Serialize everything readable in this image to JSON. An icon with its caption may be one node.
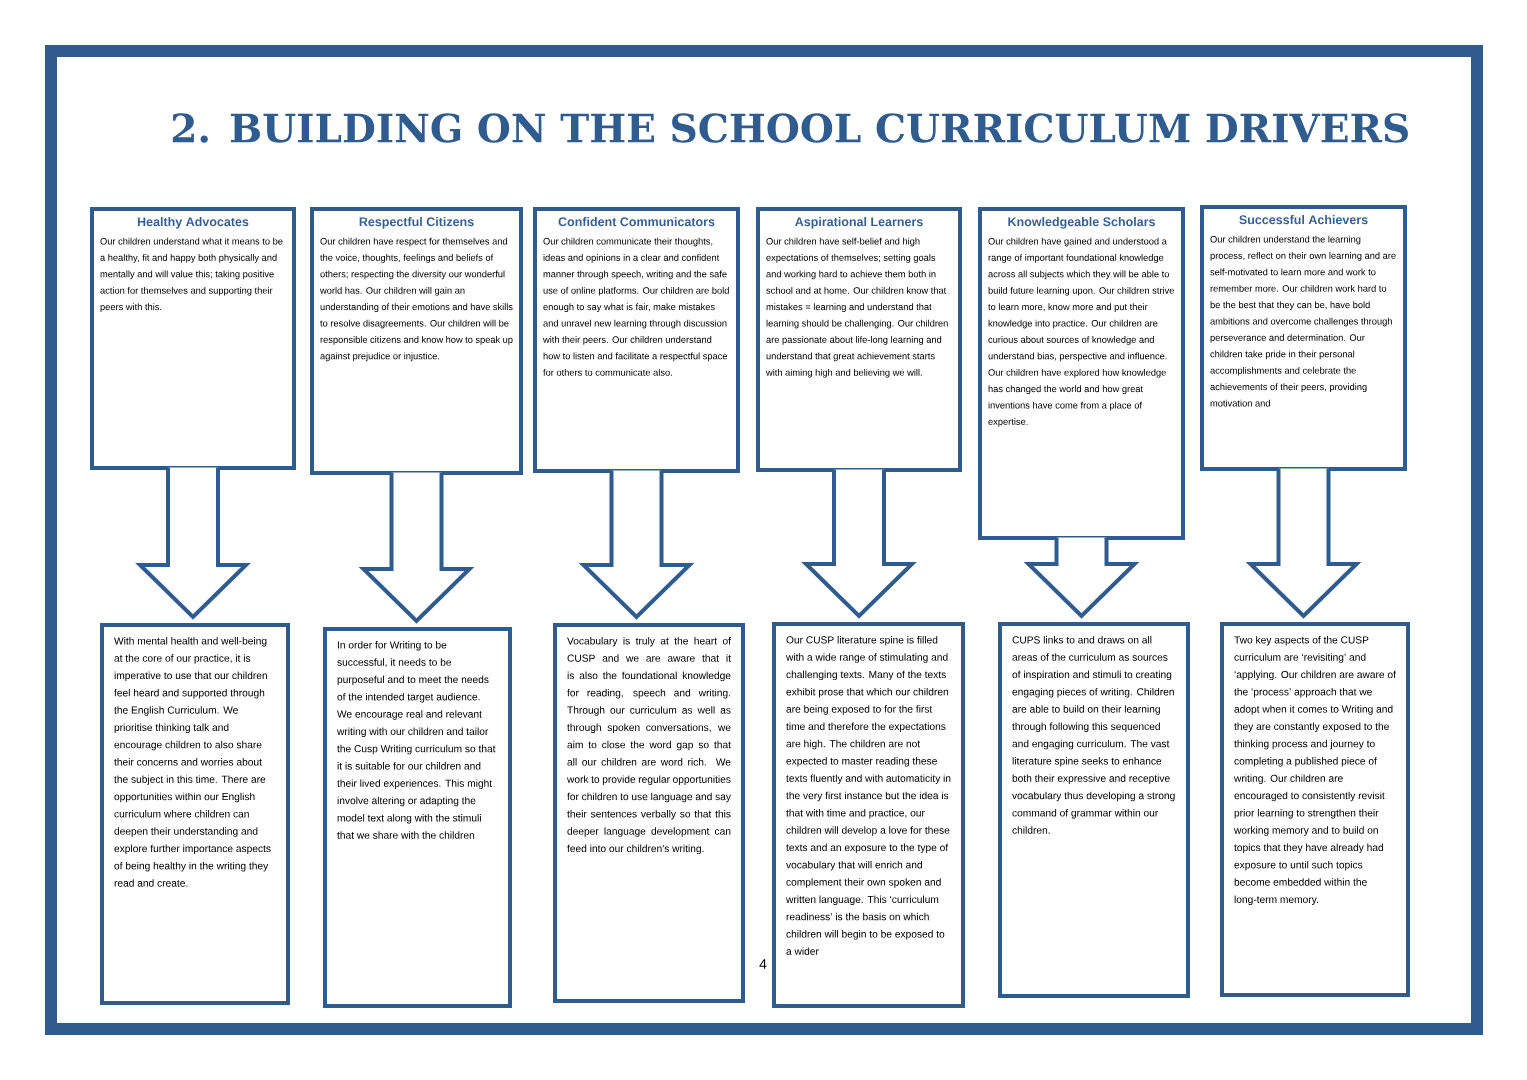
{
  "diagram": {
    "title": "2. BUILDING ON THE SCHOOL CURRICULUM DRIVERS",
    "nodes": [
      {
        "text": [
          "Healthy Advocates",
          "Our children understand what it means to be a healthy, fit and happy both physically and mentally and will value this; taking positive action for themselves and supporting their peers with this."
        ]
      },
      {
        "text": [
          "Respectful Citizens",
          "Our children have respect for themselves and the voice, thoughts, feelings and beliefs of others; respecting the diversity our wonderful world has. Our children will gain an understanding of their emotions and have skills to resolve disagreements. Our children will be responsible citizens and know how to speak up against prejudice or injustice."
        ]
      },
      {
        "text": [
          "Confident Communicators",
          "Our children communicate their thoughts, ideas and opinions in a clear and confident manner through speech, writing and the safe use of online platforms. Our children are bold enough to say what is fair, make mistakes and unravel new learning through discussion with their peers. Our children understand how to listen and facilitate a respectful space for others to communicate also."
        ]
      },
      {
        "text": [
          "Aspirational Learners",
          "Our children have self-belief and high expectations of themselves; setting goals and working hard to achieve them both in school and at home. Our children know that mistakes = learning and understand that learning should be challenging. Our children are passionate about life-long learning and understand that great achievement starts with aiming high and believing we will."
        ]
      },
      {
        "text": [
          "Knowledgeable Scholars",
          "Our children have gained and understood a range of important foundational knowledge across all subjects which they will be able to build future learning upon. Our children strive to learn more, know more and put their knowledge into practice. Our children are curious about sources of knowledge and understand bias, perspective and influence. Our children have explored how knowledge has changed the world and how great inventions have come from a place of expertise."
        ]
      },
      {
        "text": [
          "Successful Achievers",
          "Our children understand the learning process, reflect on their own learning and are self-motivated to learn more and work to remember more. Our children work hard to be the best that they can be, have bold ambitions and overcome challenges through perseverance and determination. Our children take pride in their personal accomplishments and celebrate the achievements of their peers, providing motivation and"
        ]
      },
      {
        "text": [
          "With mental health and well-being at the core of our practice, it is imperative to use that our children feel heard and supported through the English Curriculum.  We prioritise thinking talk and encourage children to also share their concerns and worries about the subject in this time. There are opportunities within our English curriculum where children can deepen their understanding and explore further importance aspects of being healthy in the writing they read and create."
        ]
      },
      {
        "text": [
          "In order for Writing to be successful, it needs to be purposeful and to meet the needs of the intended target audience.  We encourage real and relevant writing with our children and tailor the Cusp Writing curriculum so that it is suitable for our children and their lived experiences.  This might involve altering or adapting the model text along with the stimuli that we share with the children"
        ]
      },
      {
        "text": [
          "Vocabulary is truly at the heart of CUSP and we are aware that it is also the foundational knowledge for reading, speech and writing.  Through our curriculum as well as through spoken conversations, we aim to close the word gap so that all our children are word rich. We work to provide regular opportunities for children to use language and say their sentences verbally so that this deeper language development can feed into our children's writing."
        ]
      },
      {
        "text": [
          "Our CUSP literature spine is filled with a wide range of stimulating and challenging texts.  Many of the texts exhibit prose that which our children are being exposed to for the first time and therefore the expectations are high.  The children are not expected to master reading these texts fluently and with automaticity in the very first instance but the idea is that with time and practice, our children will develop a love for these texts and an exposure to the type of vocabulary that will enrich and complement their own spoken and written language.  This ‘curriculum readiness’ is the basis on which children will begin to be exposed to a wider"
        ]
      },
      {
        "text": [
          "CUPS links to and draws on all areas of the curriculum as sources of inspiration and stimuli to creating engaging pieces of writing.  Children are able to build on their learning through following this sequenced and engaging curriculum.  The vast literature spine seeks to enhance both their expressive and receptive vocabulary thus developing a strong command of grammar within our children."
        ]
      },
      {
        "text": [
          "Two key aspects of the CUSP curriculum are ‘revisiting’ and ‘applying.  Our children are aware of the ‘process’ approach that we adopt when it comes to Writing and they are constantly exposed to the thinking process and journey to completing a published piece of writing.  Our children are encouraged to consistently revisit prior learning to strengthen their working memory and to build on topics that they have already had exposure to until such topics become embedded within the long-term memory."
        ]
      }
    ],
    "edges": [
      {
        "from": 0,
        "to": 6,
        "arrow": "to"
      },
      {
        "from": 1,
        "to": 7,
        "arrow": "to"
      },
      {
        "from": 2,
        "to": 8,
        "arrow": "to"
      },
      {
        "from": 3,
        "to": 9,
        "arrow": "to"
      },
      {
        "from": 4,
        "to": 10,
        "arrow": "to"
      },
      {
        "from": 5,
        "to": 11,
        "arrow": "to"
      }
    ],
    "labels": [
      "4"
    ]
  }
}
